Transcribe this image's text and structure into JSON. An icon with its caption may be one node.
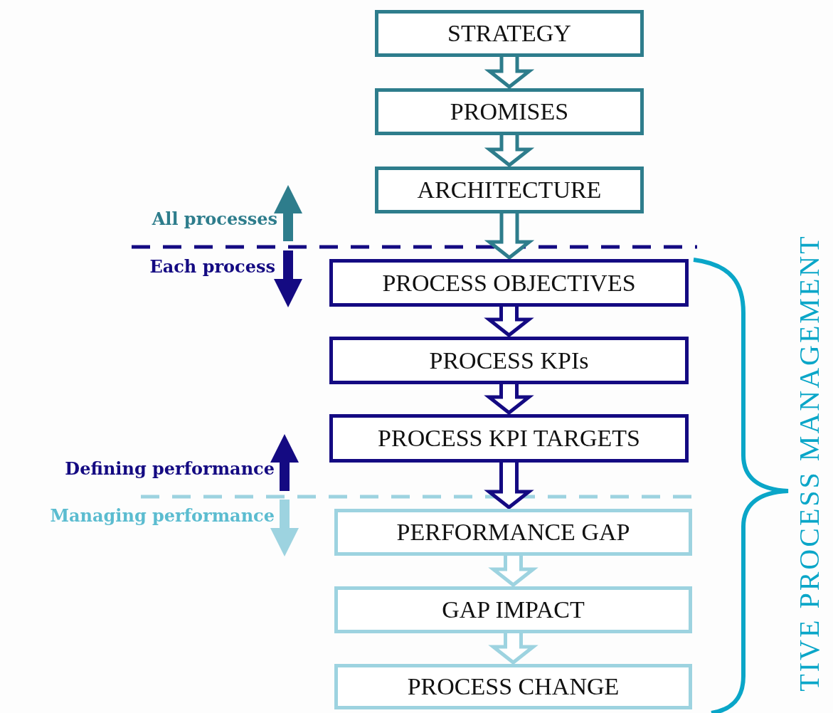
{
  "diagram": {
    "nodes": [
      {
        "text": [
          "STRATEGY"
        ]
      },
      {
        "text": [
          "PROMISES"
        ]
      },
      {
        "text": [
          "ARCHITECTURE"
        ]
      },
      {
        "text": [
          "PROCESS OBJECTIVES"
        ]
      },
      {
        "text": [
          "PROCESS KPIs"
        ]
      },
      {
        "text": [
          "PROCESS KPI TARGETS"
        ]
      },
      {
        "text": [
          "PERFORMANCE GAP"
        ]
      },
      {
        "text": [
          "GAP IMPACT"
        ]
      },
      {
        "text": [
          "PROCESS CHANGE"
        ]
      }
    ],
    "edges": [
      {
        "from": 0,
        "to": 1,
        "arrow": "to",
        "color": "#2e7d8c"
      },
      {
        "from": 1,
        "to": 2,
        "arrow": "to",
        "color": "#2e7d8c"
      },
      {
        "from": 2,
        "to": 3,
        "arrow": "to",
        "color": "#2e7d8c"
      },
      {
        "from": 3,
        "to": 4,
        "arrow": "to",
        "color": "#140a82"
      },
      {
        "from": 4,
        "to": 5,
        "arrow": "to",
        "color": "#140a82"
      },
      {
        "from": 5,
        "to": 6,
        "arrow": "to",
        "color": "#140a82"
      },
      {
        "from": 6,
        "to": 7,
        "arrow": "to",
        "color": "#9dd3e0"
      },
      {
        "from": 7,
        "to": 8,
        "arrow": "to",
        "color": "#9dd3e0"
      }
    ],
    "labels": [
      "All processes",
      "Each process",
      "Defining performance",
      "Managing performance",
      "TIVE PROCESS MANAGEMENT"
    ]
  }
}
